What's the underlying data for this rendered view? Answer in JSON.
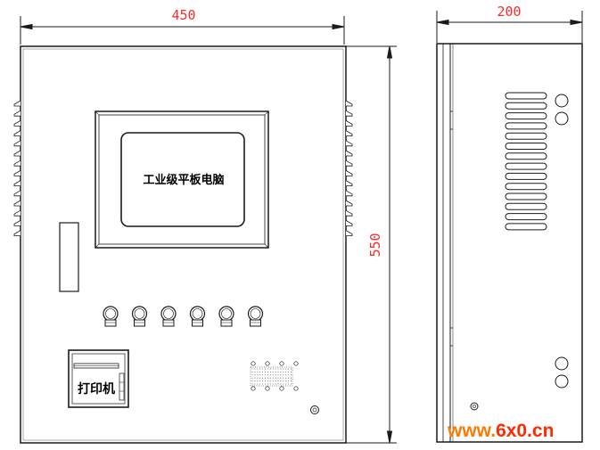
{
  "front_view": {
    "width_dimension": "450",
    "height_dimension": "550",
    "screen_label": "工业级平板电脑",
    "printer_label": "打印机"
  },
  "side_view": {
    "depth_dimension": "200"
  },
  "watermark": {
    "text": "www.6x0.cn",
    "color_www": "#ff7a00",
    "color_domain": "#ff2a00"
  }
}
